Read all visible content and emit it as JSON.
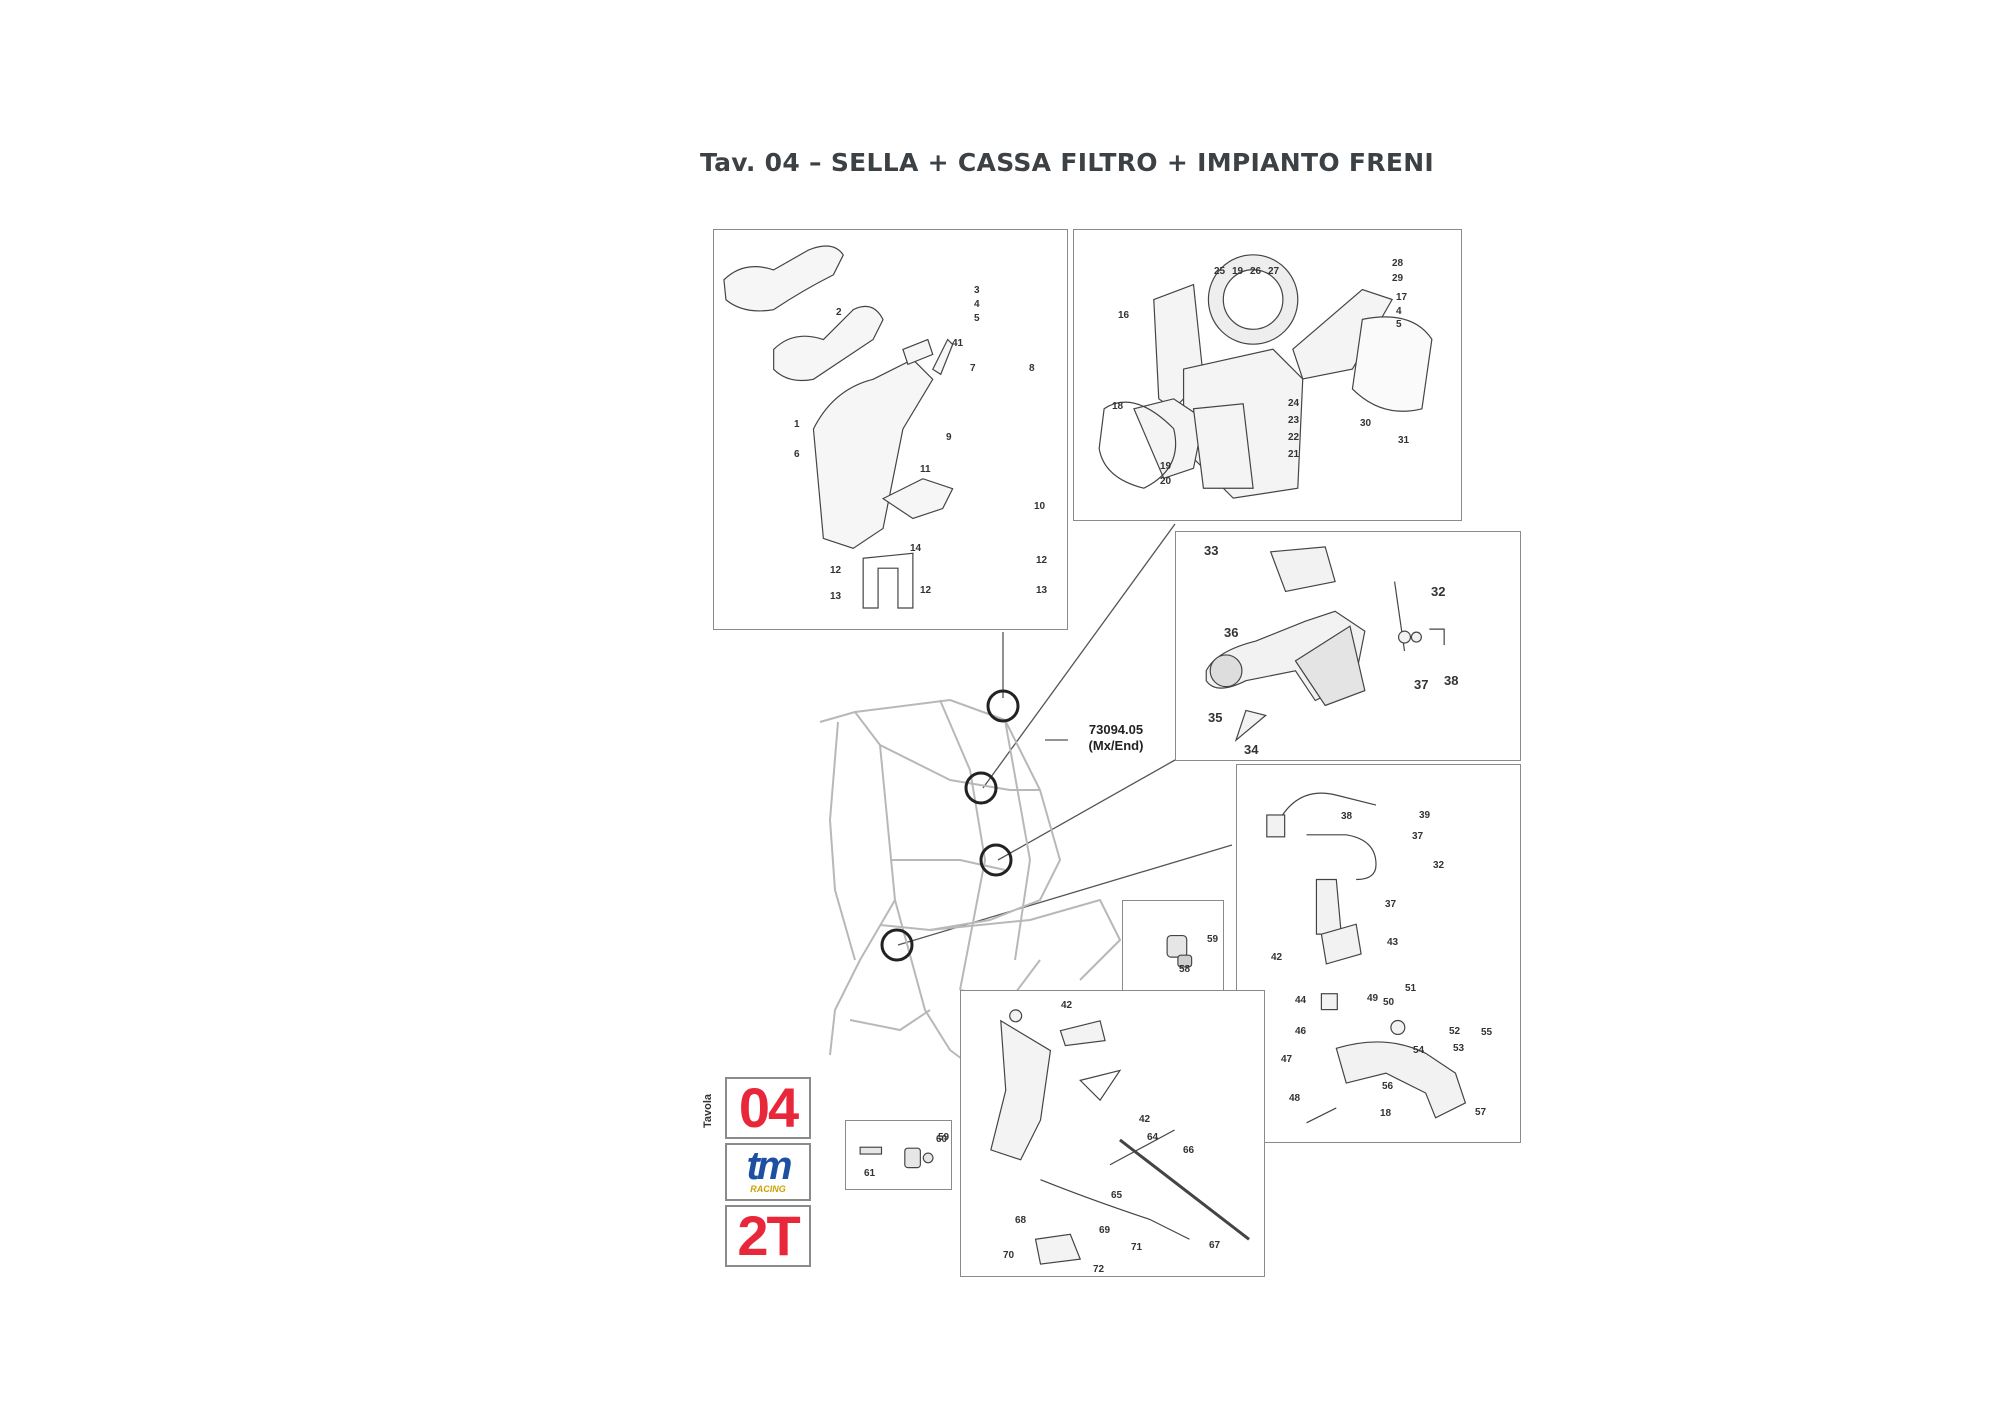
{
  "title": "Tav. 04 – SELLA + CASSA FILTRO + IMPIANTO FRENI",
  "part_number": "73094.05",
  "part_variant": "(Mx/End)",
  "badges": {
    "table_label": "Tavola",
    "table_number": "04",
    "brand_logo": "tm",
    "brand_sub": "RACING",
    "engine_type": "2T"
  },
  "colors": {
    "accent_red": "#e8273a",
    "brand_blue": "#1d4fa3",
    "text_dark": "#3c4146"
  },
  "icons": [
    "seat-part-icon",
    "airbox-part-icon",
    "brake-caliper-icon",
    "brake-pump-icon",
    "frame-icon",
    "footpeg-icon"
  ],
  "panels": {
    "seat": [
      "1",
      "2",
      "3",
      "4",
      "5",
      "41",
      "6",
      "7",
      "8",
      "9",
      "10",
      "11",
      "12",
      "13",
      "14",
      "12",
      "12",
      "13"
    ],
    "airbox": [
      "25",
      "19",
      "26",
      "27",
      "28",
      "29",
      "16",
      "17",
      "4",
      "5",
      "18",
      "24",
      "23",
      "22",
      "21",
      "30",
      "31",
      "19",
      "20"
    ],
    "caliper": [
      "33",
      "32",
      "36",
      "37",
      "38",
      "35",
      "34"
    ],
    "rear_brake": [
      "38",
      "39",
      "37",
      "32",
      "37",
      "42",
      "43",
      "44",
      "49",
      "50",
      "51",
      "46",
      "52",
      "53",
      "55",
      "54",
      "47",
      "56",
      "48",
      "18",
      "57"
    ],
    "bushing": [
      "59",
      "58"
    ],
    "footpeg": [
      "42",
      "42",
      "64",
      "66",
      "65",
      "68",
      "69",
      "71",
      "70",
      "72",
      "67"
    ],
    "spacer": [
      "59",
      "60",
      "61"
    ]
  }
}
